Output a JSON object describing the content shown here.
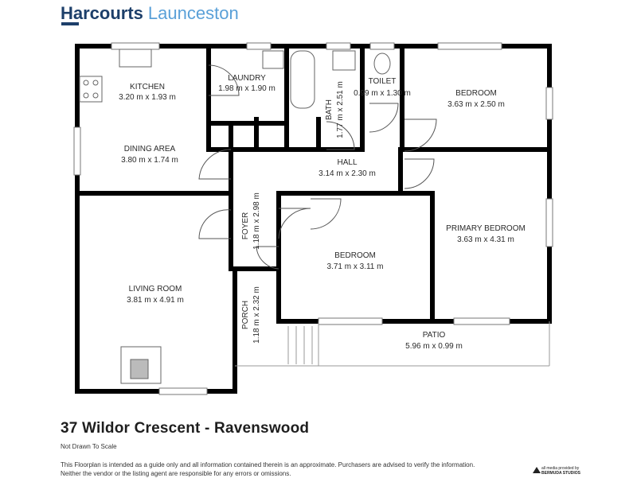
{
  "brand": {
    "name_bold": "Harcourts",
    "name_light": "Launceston"
  },
  "rooms": {
    "kitchen": {
      "name": "KITCHEN",
      "dims": "3.20 m x 1.93 m"
    },
    "laundry": {
      "name": "LAUNDRY",
      "dims": "1.98 m x 1.90 m"
    },
    "bath": {
      "name": "BATH",
      "dims": "1.77 m x 2.51 m"
    },
    "toilet": {
      "name": "TOILET",
      "dims": "0.99 m x 1.30 m"
    },
    "bedroom_1": {
      "name": "BEDROOM",
      "dims": "3.63 m x 2.50 m"
    },
    "dining": {
      "name": "DINING AREA",
      "dims": "3.80 m x 1.74 m"
    },
    "hall": {
      "name": "HALL",
      "dims": "3.14 m x 2.30 m"
    },
    "foyer": {
      "name": "FOYER",
      "dims": "1.18 m x 2.98 m"
    },
    "primary_bedroom": {
      "name": "PRIMARY BEDROOM",
      "dims": "3.63 m x 4.31 m"
    },
    "bedroom_2": {
      "name": "BEDROOM",
      "dims": "3.71 m x 3.11 m"
    },
    "living": {
      "name": "LIVING ROOM",
      "dims": "3.81 m x 4.91 m"
    },
    "porch": {
      "name": "PORCH",
      "dims": "1.18 m x 2.32 m"
    },
    "patio": {
      "name": "PATIO",
      "dims": "5.96 m x 0.99 m"
    }
  },
  "footer": {
    "address": "37 Wildor Crescent - Ravenswood",
    "scale_note": "Not Drawn To Scale",
    "disclaimer_line1": "This Floorplan is intended as a guide only and all information contained therein is an approximate. Purchasers are advised to verify the information.",
    "disclaimer_line2": "Neither the vendor or the listing agent are responsible for any errors or omissions.",
    "credit_small": "all media provided by",
    "credit_big": "BERMUDA STUDIOS"
  }
}
